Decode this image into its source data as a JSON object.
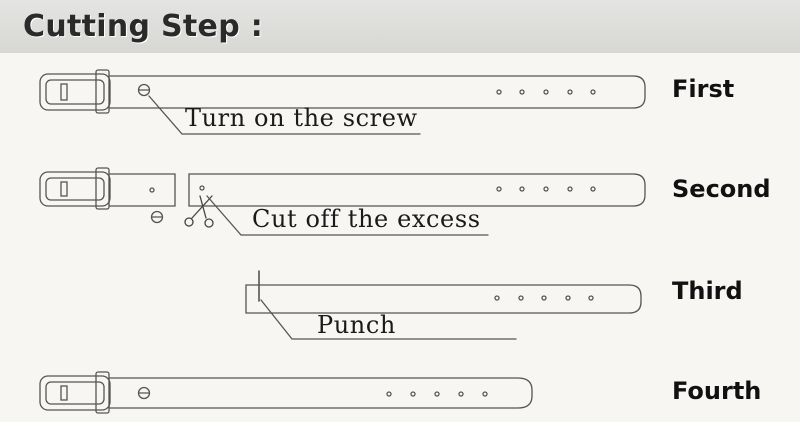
{
  "header": {
    "title": "Cutting Step :"
  },
  "steps": [
    {
      "label": "First",
      "annotation": "Turn on the screw"
    },
    {
      "label": "Second",
      "annotation": "Cut off the excess"
    },
    {
      "label": "Third",
      "annotation": "Punch"
    },
    {
      "label": "Fourth",
      "annotation": ""
    }
  ],
  "icons": {
    "buckle": "belt-buckle-icon",
    "screw": "screw-icon",
    "scissors": "scissors-icon"
  },
  "colors": {
    "outline": "#555555",
    "header_bg": "#dcdcda",
    "page_bg": "#f7f6f3"
  }
}
